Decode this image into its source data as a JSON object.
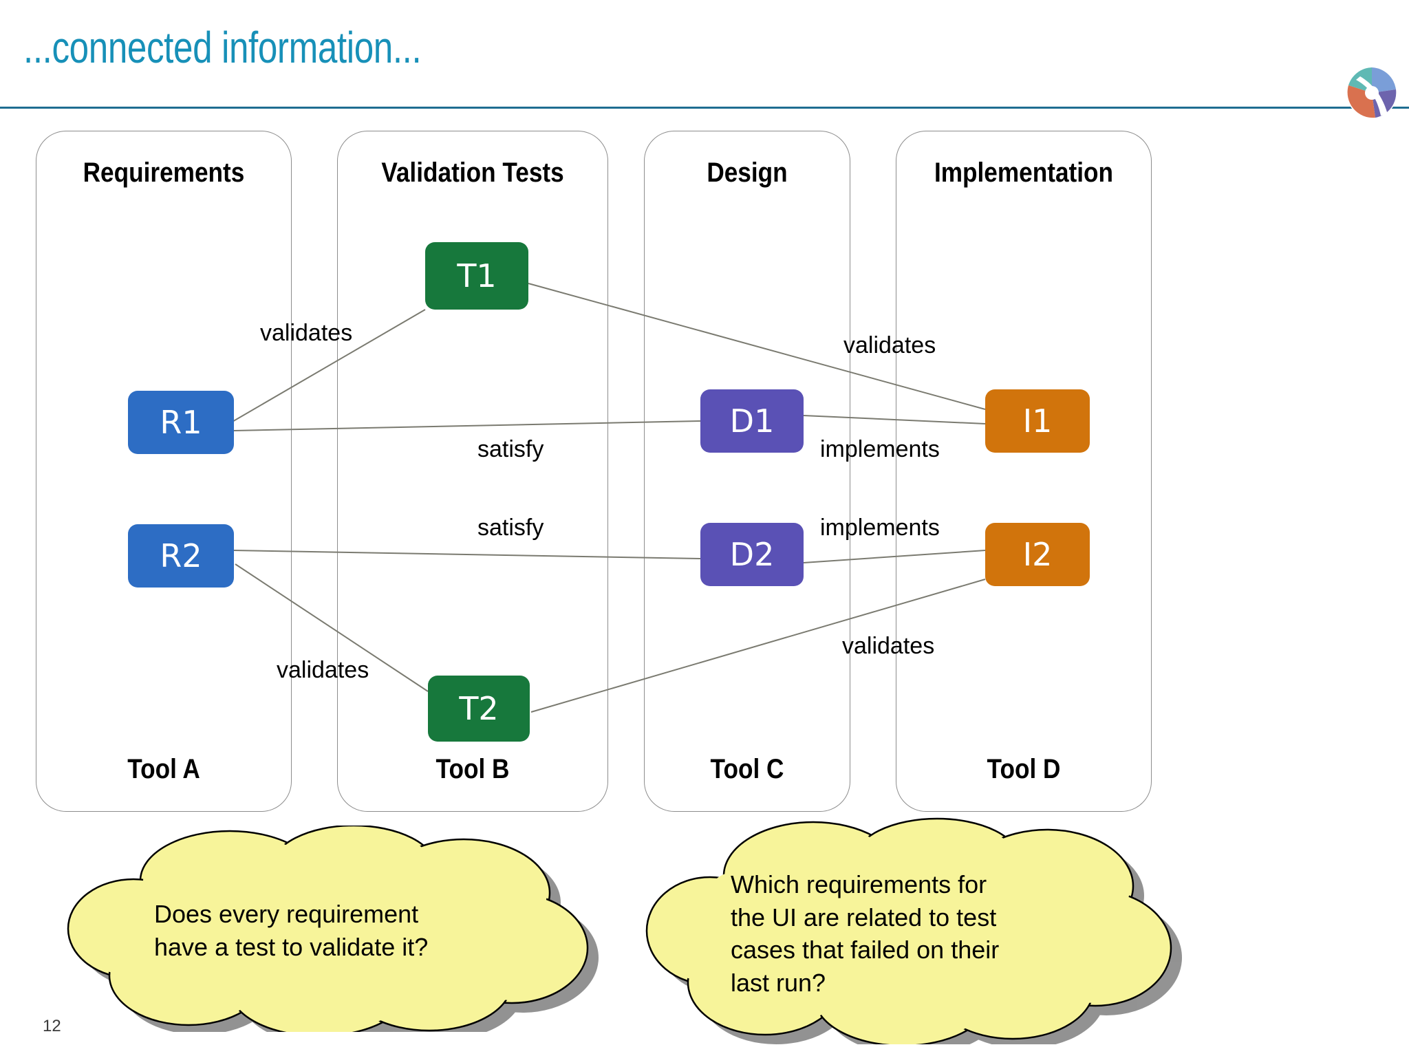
{
  "slide": {
    "title": "...connected information...",
    "page_number": "12",
    "title_color": "#1790b8",
    "rule_color": "#1f6d91"
  },
  "logo": {
    "name": "company-logo",
    "segment_colors": [
      "#7a9ed8",
      "#5fb9b4",
      "#6d64ad",
      "#d9714f"
    ]
  },
  "columns": [
    {
      "header": "Requirements",
      "footer": "Tool A"
    },
    {
      "header": "Validation Tests",
      "footer": "Tool B"
    },
    {
      "header": "Design",
      "footer": "Tool C"
    },
    {
      "header": "Implementation",
      "footer": "Tool D"
    }
  ],
  "nodes": [
    {
      "id": "R1",
      "label": "R1",
      "color": "#2d6dc4",
      "column": "Requirements"
    },
    {
      "id": "R2",
      "label": "R2",
      "color": "#2d6dc4",
      "column": "Requirements"
    },
    {
      "id": "T1",
      "label": "T1",
      "color": "#17783c",
      "column": "Validation Tests"
    },
    {
      "id": "T2",
      "label": "T2",
      "color": "#17783c",
      "column": "Validation Tests"
    },
    {
      "id": "D1",
      "label": "D1",
      "color": "#5a51b5",
      "column": "Design"
    },
    {
      "id": "D2",
      "label": "D2",
      "color": "#5a51b5",
      "column": "Design"
    },
    {
      "id": "I1",
      "label": "I1",
      "color": "#d1740c",
      "column": "Implementation"
    },
    {
      "id": "I2",
      "label": "I2",
      "color": "#d1740c",
      "column": "Implementation"
    }
  ],
  "edges": [
    {
      "from": "R1",
      "to": "T1",
      "label": "validates"
    },
    {
      "from": "T1",
      "to": "I1",
      "label": "validates"
    },
    {
      "from": "R1",
      "to": "D1",
      "label": "satisfy"
    },
    {
      "from": "D1",
      "to": "I1",
      "label": "implements"
    },
    {
      "from": "R2",
      "to": "D2",
      "label": "satisfy"
    },
    {
      "from": "D2",
      "to": "I2",
      "label": "implements"
    },
    {
      "from": "R2",
      "to": "T2",
      "label": "validates"
    },
    {
      "from": "T2",
      "to": "I2",
      "label": "validates"
    }
  ],
  "edge_labels": {
    "validates_r1_t1": "validates",
    "validates_t1_i1": "validates",
    "satisfy_r1_d1": "satisfy",
    "implements_d1_i1": "implements",
    "satisfy_r2_d2": "satisfy",
    "implements_d2_i2": "implements",
    "validates_r2_t2": "validates",
    "validates_t2_i2": "validates"
  },
  "clouds": [
    {
      "id": "cloud-left",
      "text": "Does every requirement\nhave a test to validate it?",
      "fill": "#f7f49a",
      "stroke": "#000000"
    },
    {
      "id": "cloud-right",
      "text": "Which requirements for\nthe UI are related to test\ncases that failed on their\nlast run?",
      "fill": "#f7f49a",
      "stroke": "#000000"
    }
  ]
}
